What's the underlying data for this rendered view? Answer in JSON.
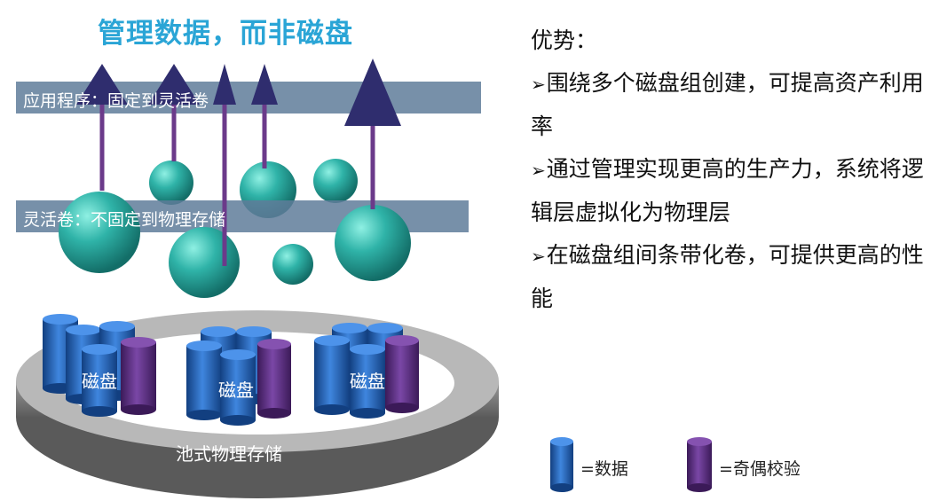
{
  "diagram": {
    "headline": "管理数据，而非磁盘",
    "app_layer_label": "应用程序：固定到灵活卷",
    "flex_layer_label": "灵活卷：不固定到物理存储",
    "disk_labels": [
      "磁盘",
      "磁盘",
      "磁盘"
    ],
    "pool_label": "池式物理存储",
    "legend": {
      "data_label": "=数据",
      "parity_label": "=奇偶校验"
    },
    "colors": {
      "data_disk": "#1f5fb8",
      "parity_disk": "#5a2b80",
      "volume_sphere": "#2fb3a8",
      "arrow": "#2f2d6e",
      "band": "#5f7d9a",
      "headline": "#2aa5d6"
    }
  },
  "advantages": {
    "title": "优势：",
    "items": [
      "围绕多个磁盘组创建，可提高资产利用率",
      "通过管理实现更高的生产力，系统将逻辑层虚拟化为物理层",
      "在磁盘组间条带化卷，可提供更高的性能"
    ]
  }
}
